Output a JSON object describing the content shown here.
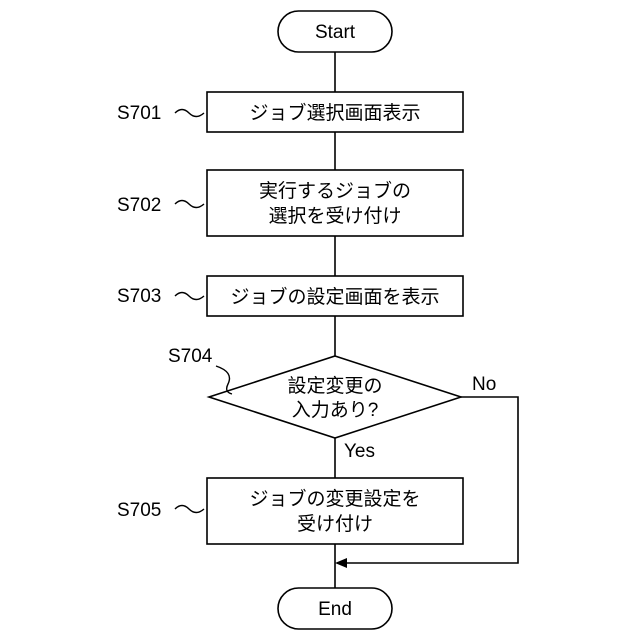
{
  "flowchart": {
    "start_label": "Start",
    "end_label": "End",
    "steps": [
      {
        "id": "S701",
        "lines": [
          "ジョブ選択画面表示"
        ]
      },
      {
        "id": "S702",
        "lines": [
          "実行するジョブの",
          "選択を受け付け"
        ]
      },
      {
        "id": "S703",
        "lines": [
          "ジョブの設定画面を表示"
        ]
      },
      {
        "id": "S705",
        "lines": [
          "ジョブの変更設定を",
          "受け付け"
        ]
      }
    ],
    "decision": {
      "id": "S704",
      "lines": [
        "設定変更の",
        "入力あり?"
      ],
      "yes_label": "Yes",
      "no_label": "No"
    }
  }
}
